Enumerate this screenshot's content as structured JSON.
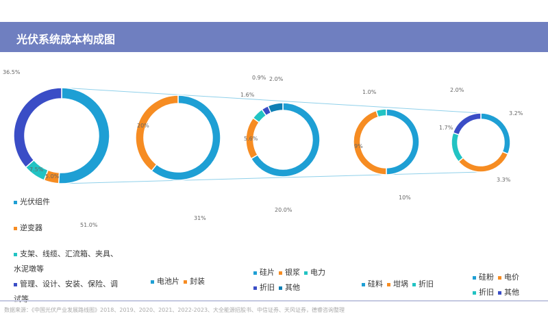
{
  "title": "光伏系统成本构成图",
  "colors": {
    "blue": "#1e9fd4",
    "orange": "#f68c22",
    "teal": "#22c3c3",
    "indigo": "#3a4dc6",
    "darkblue": "#0e7fb5",
    "connector": "#8fd0ea"
  },
  "chart_data": [
    {
      "type": "pie",
      "name": "光伏系统",
      "categories": [
        "光伏组件",
        "逆变器",
        "支架、线缆、汇流箱、夹具、水泥墩等",
        "管理、设计、安装、保险、调试等"
      ],
      "values": [
        51.0,
        5.0,
        7.5,
        36.5
      ],
      "labels": [
        "51.0%",
        "5.0%",
        "7.5%",
        "36.5%"
      ],
      "colors": [
        "blue",
        "orange",
        "teal",
        "indigo"
      ]
    },
    {
      "type": "pie",
      "name": "光伏组件",
      "categories": [
        "电池片",
        "封装"
      ],
      "values": [
        31,
        20
      ],
      "labels": [
        "31%",
        "20%"
      ],
      "colors": [
        "blue",
        "orange"
      ]
    },
    {
      "type": "pie",
      "name": "电池片",
      "categories": [
        "硅片",
        "银浆",
        "电力",
        "折旧",
        "其他"
      ],
      "values": [
        20.0,
        5.6,
        1.6,
        0.9,
        2.0
      ],
      "labels": [
        "20.0%",
        "5.6%",
        "1.6%",
        "0.9%",
        "2.0%"
      ],
      "colors": [
        "blue",
        "orange",
        "teal",
        "indigo",
        "darkblue"
      ]
    },
    {
      "type": "pie",
      "name": "硅片",
      "categories": [
        "硅料",
        "坩埚",
        "折旧"
      ],
      "values": [
        10,
        9,
        1.0
      ],
      "labels": [
        "10%",
        "9%",
        "1.0%"
      ],
      "colors": [
        "blue",
        "orange",
        "teal"
      ]
    },
    {
      "type": "pie",
      "name": "硅料",
      "categories": [
        "硅粉",
        "电价",
        "折旧",
        "其他"
      ],
      "values": [
        3.2,
        3.3,
        1.7,
        2.0
      ],
      "labels": [
        "3.2%",
        "3.3%",
        "1.7%",
        "2.0%"
      ],
      "colors": [
        "blue",
        "orange",
        "teal",
        "indigo"
      ]
    }
  ],
  "source": "数据来源：《中国光伏产业发展路线图》2018、2019、2020、2021、2022-2023、大全能源招股书、中信证券、天风证券，德睿咨询整理"
}
